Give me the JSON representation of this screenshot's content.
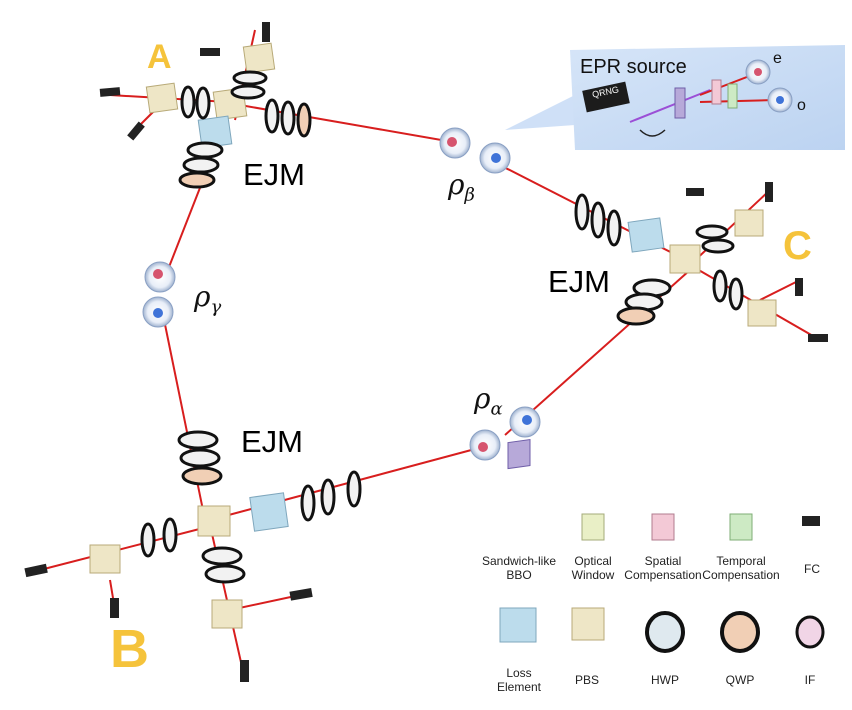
{
  "nodes": {
    "a": "A",
    "b": "B",
    "c": "C"
  },
  "measurement_label": "EJM",
  "states": {
    "beta": {
      "symbol": "ρ",
      "sub": "β"
    },
    "gamma": {
      "symbol": "ρ",
      "sub": "γ"
    },
    "alpha": {
      "symbol": "ρ",
      "sub": "α"
    }
  },
  "epr_source": {
    "title": "EPR source",
    "qrng": "QRNG",
    "output_e": "e",
    "output_o": "o"
  },
  "legend": [
    {
      "line1": "Sandwich-like",
      "line2": "BBO"
    },
    {
      "line1": "Optical",
      "line2": "Window"
    },
    {
      "line1": "Spatial",
      "line2": "Compensation"
    },
    {
      "line1": "Temporal",
      "line2": "Compensation"
    },
    {
      "line1": "FC",
      "line2": ""
    },
    {
      "line1": "Loss",
      "line2": "Element"
    },
    {
      "line1": "PBS",
      "line2": ""
    },
    {
      "line1": "HWP",
      "line2": ""
    },
    {
      "line1": "QWP",
      "line2": ""
    },
    {
      "line1": "IF",
      "line2": ""
    }
  ],
  "colors": {
    "beam": "#d81e1e",
    "node_letter": "#f5c33b",
    "epr_panel": "#cfe0f7",
    "bbo": "#b7a9d9",
    "window": "#e9efc6",
    "spatial": "#f3c9d6",
    "temporal": "#cdeac4",
    "loss": "#bcdcec",
    "pbs": "#eee6c6",
    "qwp": "#f1cfb5",
    "iffilter": "#f1d5e6"
  }
}
